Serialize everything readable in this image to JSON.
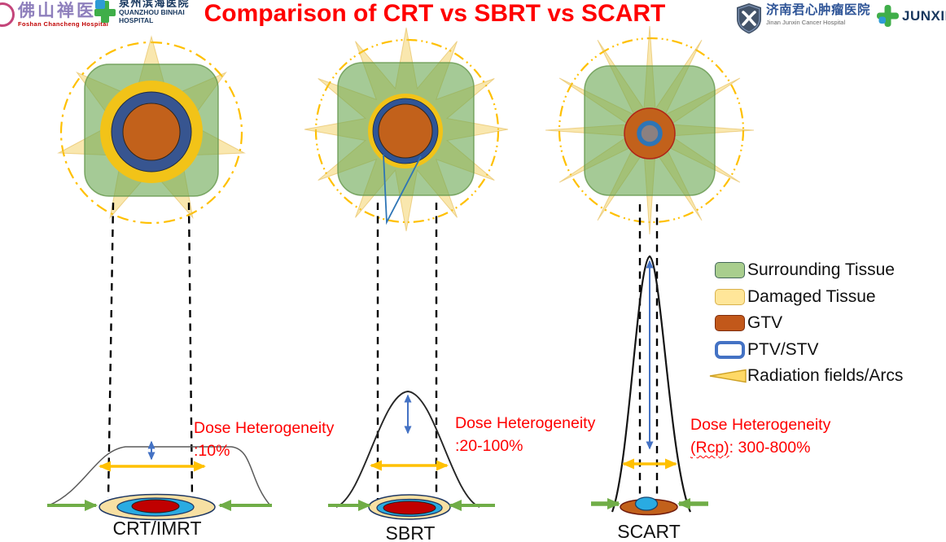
{
  "title": "Comparison of CRT vs SBRT vs SCART",
  "header": {
    "foshan": {
      "name_cn": "佛山禅医",
      "name_en": "Foshan Chancheng Hospital"
    },
    "quanzhou": {
      "name_cn": "泉州滨海医院",
      "name_en_line1": "QUANZHOU BINHAI",
      "name_en_line2": "HOSPITAL"
    },
    "jinan": {
      "name_cn": "济南君心肿瘤医院",
      "name_en": "Jinan Junxin Cancer Hospital"
    },
    "junxinmed": {
      "brand": "JUNXINME"
    }
  },
  "diagrams": [
    {
      "label": "CRT/IMRT",
      "dose_line1": "Dose Heterogeneity",
      "dose_line2": ":10%"
    },
    {
      "label": "SBRT",
      "dose_line1": "Dose Heterogeneity",
      "dose_line2": ":20-100%"
    },
    {
      "label": "SCART",
      "dose_line1": "Dose Heterogeneity",
      "dose_line2_rcp": "(Rcp)",
      "dose_line2_rest": ": 300-800%"
    }
  ],
  "legend": {
    "items": [
      {
        "label": "Surrounding Tissue",
        "color": "#A9CE8E"
      },
      {
        "label": "Damaged Tissue",
        "color": "#FFE699"
      },
      {
        "label": "GTV",
        "color": "#C2581A"
      },
      {
        "label": "PTV/STV",
        "color": "#FFFFFF",
        "border_color": "#4472C4"
      },
      {
        "label": "Radiation fields/Arcs",
        "color": "#FFD966"
      }
    ]
  },
  "colors": {
    "title_red": "#FF0000",
    "surrounding_tissue_green": "#A9CE8E",
    "damaged_tissue_yellow": "#FFE699",
    "gtv_orange": "#C2611B",
    "ptv_blue": "#4472C4",
    "radiation_field_yellow": "#F2C94C",
    "dose_ring_yellow": "#F2C318",
    "arrow_yellow": "#FFC000",
    "arrow_green": "#70AD47",
    "arrow_blue": "#4472C4",
    "hotspot_red": "#C00000",
    "cyan_isodose": "#29ABE2"
  }
}
